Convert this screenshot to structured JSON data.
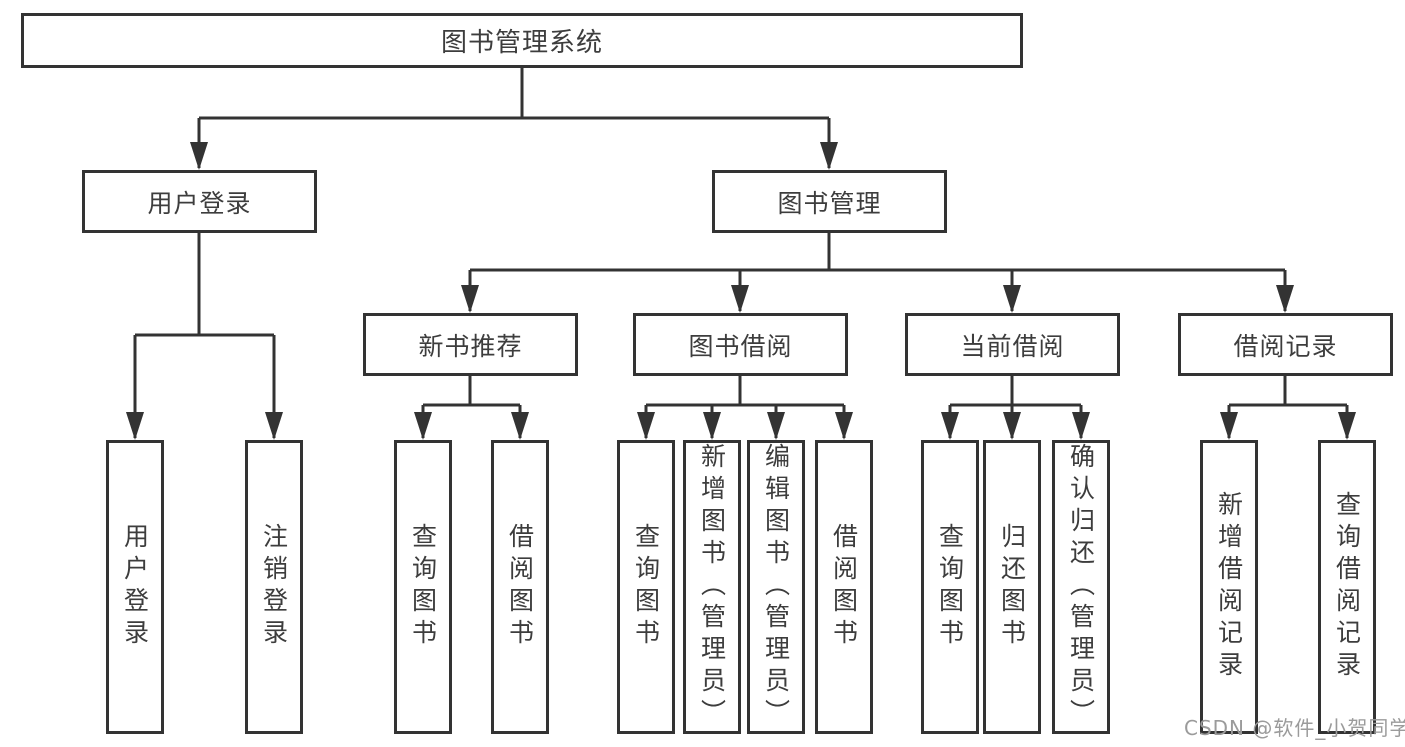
{
  "tree": {
    "root": {
      "label": "图书管理系统"
    },
    "branches": [
      {
        "label": "用户登录",
        "children": [
          {
            "label": "用户登录"
          },
          {
            "label": "注销登录"
          }
        ]
      },
      {
        "label": "图书管理",
        "children": [
          {
            "label": "新书推荐",
            "children": [
              {
                "label": "查询图书"
              },
              {
                "label": "借阅图书"
              }
            ]
          },
          {
            "label": "图书借阅",
            "children": [
              {
                "label": "查询图书"
              },
              {
                "label": "新增图书（管理员）"
              },
              {
                "label": "编辑图书（管理员）"
              },
              {
                "label": "借阅图书"
              }
            ]
          },
          {
            "label": "当前借阅",
            "children": [
              {
                "label": "查询图书"
              },
              {
                "label": "归还图书"
              },
              {
                "label": "确认归还（管理员）"
              }
            ]
          },
          {
            "label": "借阅记录",
            "children": [
              {
                "label": "新增借阅记录"
              },
              {
                "label": "查询借阅记录"
              }
            ]
          }
        ]
      }
    ]
  },
  "watermark": {
    "text": "CSDN @软件_小贺同学"
  },
  "colors": {
    "line": "#333333",
    "text": "#3d3d3d",
    "watermark": "#9b9b9b",
    "background": "#ffffff"
  }
}
